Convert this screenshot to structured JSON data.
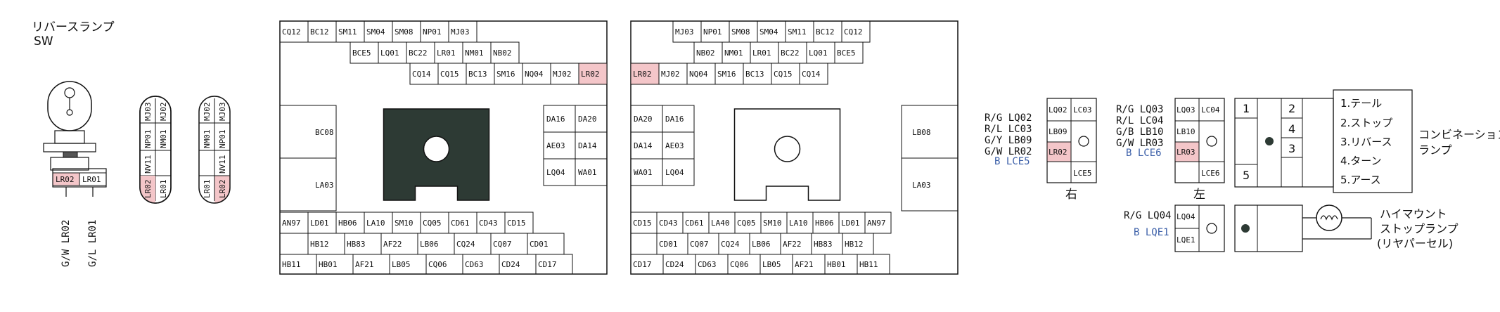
{
  "colors": {
    "highlight": "#f4c6c9",
    "line": "#111111",
    "blue": "#3b5fa8",
    "dark": "#2d3a34"
  },
  "reverse_switch": {
    "title_line1": "リバースランプ",
    "title_line2": "SW",
    "pins": [
      "LR02",
      "LR01"
    ],
    "wires": [
      "G/W LR02",
      "G/L LR01"
    ]
  },
  "capsule_connectors": {
    "left": {
      "top": [
        "MJ03",
        "MJ02"
      ],
      "mid": [
        "NP01",
        "NM01"
      ],
      "bot": [
        "NV11",
        "LR01"
      ],
      "bot2": [
        "LR02",
        ""
      ]
    },
    "right": {
      "top": [
        "MJ02",
        "MJ03"
      ],
      "mid": [
        "NM01",
        "NP01"
      ],
      "bot": [
        "LR01",
        "NV11"
      ],
      "bot2": [
        "",
        "LR02"
      ]
    }
  },
  "left_grid": {
    "row1": [
      "CQ12",
      "BC12",
      "SM11",
      "SM04",
      "SM08",
      "NP01",
      "MJ03"
    ],
    "row2": [
      "BCE5",
      "LQ01",
      "BC22",
      "LR01",
      "NM01",
      "NB02"
    ],
    "row3": [
      "CQ14",
      "CQ15",
      "BC13",
      "SM16",
      "NQ04",
      "MJ02",
      "LR02"
    ],
    "left_block": [
      "BC08",
      "LA03"
    ],
    "right_block": [
      "DA16",
      "DA20",
      "AE03",
      "DA14",
      "LQ04",
      "WA01"
    ],
    "bottom1": [
      "AN97",
      "LD01",
      "HB06",
      "LA10",
      "SM10",
      "CQ05",
      "CD61",
      "CD43",
      "CD15"
    ],
    "bottom2": [
      "HB12",
      "HB83",
      "AF22",
      "LB06",
      "CQ24",
      "CQ07",
      "CD01"
    ],
    "bottom3": [
      "HB11",
      "HB01",
      "AF21",
      "LB05",
      "CQ06",
      "CD63",
      "CD24",
      "CD17"
    ]
  },
  "right_grid": {
    "row1": [
      "MJ03",
      "NP01",
      "SM08",
      "SM04",
      "SM11",
      "BC12",
      "CQ12"
    ],
    "row2": [
      "NB02",
      "NM01",
      "LR01",
      "BC22",
      "LQ01",
      "BCE5"
    ],
    "row3": [
      "LR02",
      "MJ02",
      "NQ04",
      "SM16",
      "BC13",
      "CQ15",
      "CQ14"
    ],
    "left_block": [
      "DA20",
      "DA16",
      "DA14",
      "AE03",
      "WA01",
      "LQ04"
    ],
    "right_block": [
      "LB08",
      "LA03"
    ],
    "bottom1": [
      "CD15",
      "CD43",
      "CD61",
      "LA40",
      "CQ05",
      "SM10",
      "LA10",
      "HB06",
      "LD01",
      "AN97"
    ],
    "bottom2": [
      "CD01",
      "CQ07",
      "CQ24",
      "LB06",
      "AF22",
      "HB83",
      "HB12"
    ],
    "bottom3": [
      "CD17",
      "CD24",
      "CD63",
      "CQ06",
      "LB05",
      "AF21",
      "HB01",
      "HB11"
    ]
  },
  "combination_lamp": {
    "right_label": "右",
    "left_label": "左",
    "right_wires": [
      "R/G LQ02",
      "R/L LC03",
      "G/Y LB09",
      "G/W LR02",
      "B LCE5"
    ],
    "left_wires": [
      "R/G LQ03",
      "R/L LC04",
      "G/B LB10",
      "G/W LR03",
      "B LCE6"
    ],
    "right_conn": [
      "LQ02",
      "LC03",
      "LB09",
      "LR02",
      "LCE5"
    ],
    "left_conn": [
      "LQ03",
      "LC04",
      "LB10",
      "LR03",
      "LCE6"
    ],
    "pins": [
      "1",
      "2",
      "4",
      "3",
      "5"
    ],
    "functions": [
      "1.テール",
      "2.ストップ",
      "3.リバース",
      "4.ターン",
      "5.アース"
    ],
    "name_line1": "コンビネーション",
    "name_line2": "ランプ"
  },
  "high_mount": {
    "wires": [
      "R/G LQ04",
      "B LQE1"
    ],
    "conn": [
      "LQ04",
      "LQE1"
    ],
    "name_line1": "ハイマウント",
    "name_line2": "ストップランプ",
    "name_line3": "(リヤパーセル)"
  }
}
